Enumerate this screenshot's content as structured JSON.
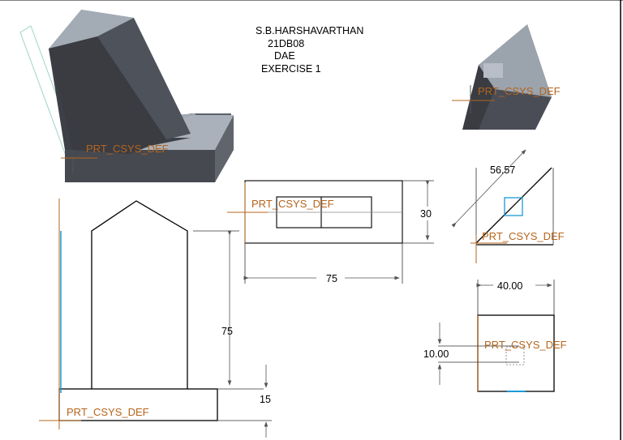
{
  "title_block": {
    "name": "S.B.HARSHAVARTHAN",
    "roll": "21DB08",
    "course": "DAE",
    "exercise": "EXERCISE 1"
  },
  "csys_label": "PRT_CSYS_DEF",
  "dimensions": {
    "front_height": "75",
    "front_base": "15",
    "top_length": "75",
    "top_width": "30",
    "aux_length": "56.57",
    "side_width": "40.00",
    "side_offset": "10.00"
  },
  "colors": {
    "solid_dark": "#3e4047",
    "solid_light": "#9aa3ad",
    "csys": "#b5651d",
    "highlight": "#1a9ad6"
  }
}
